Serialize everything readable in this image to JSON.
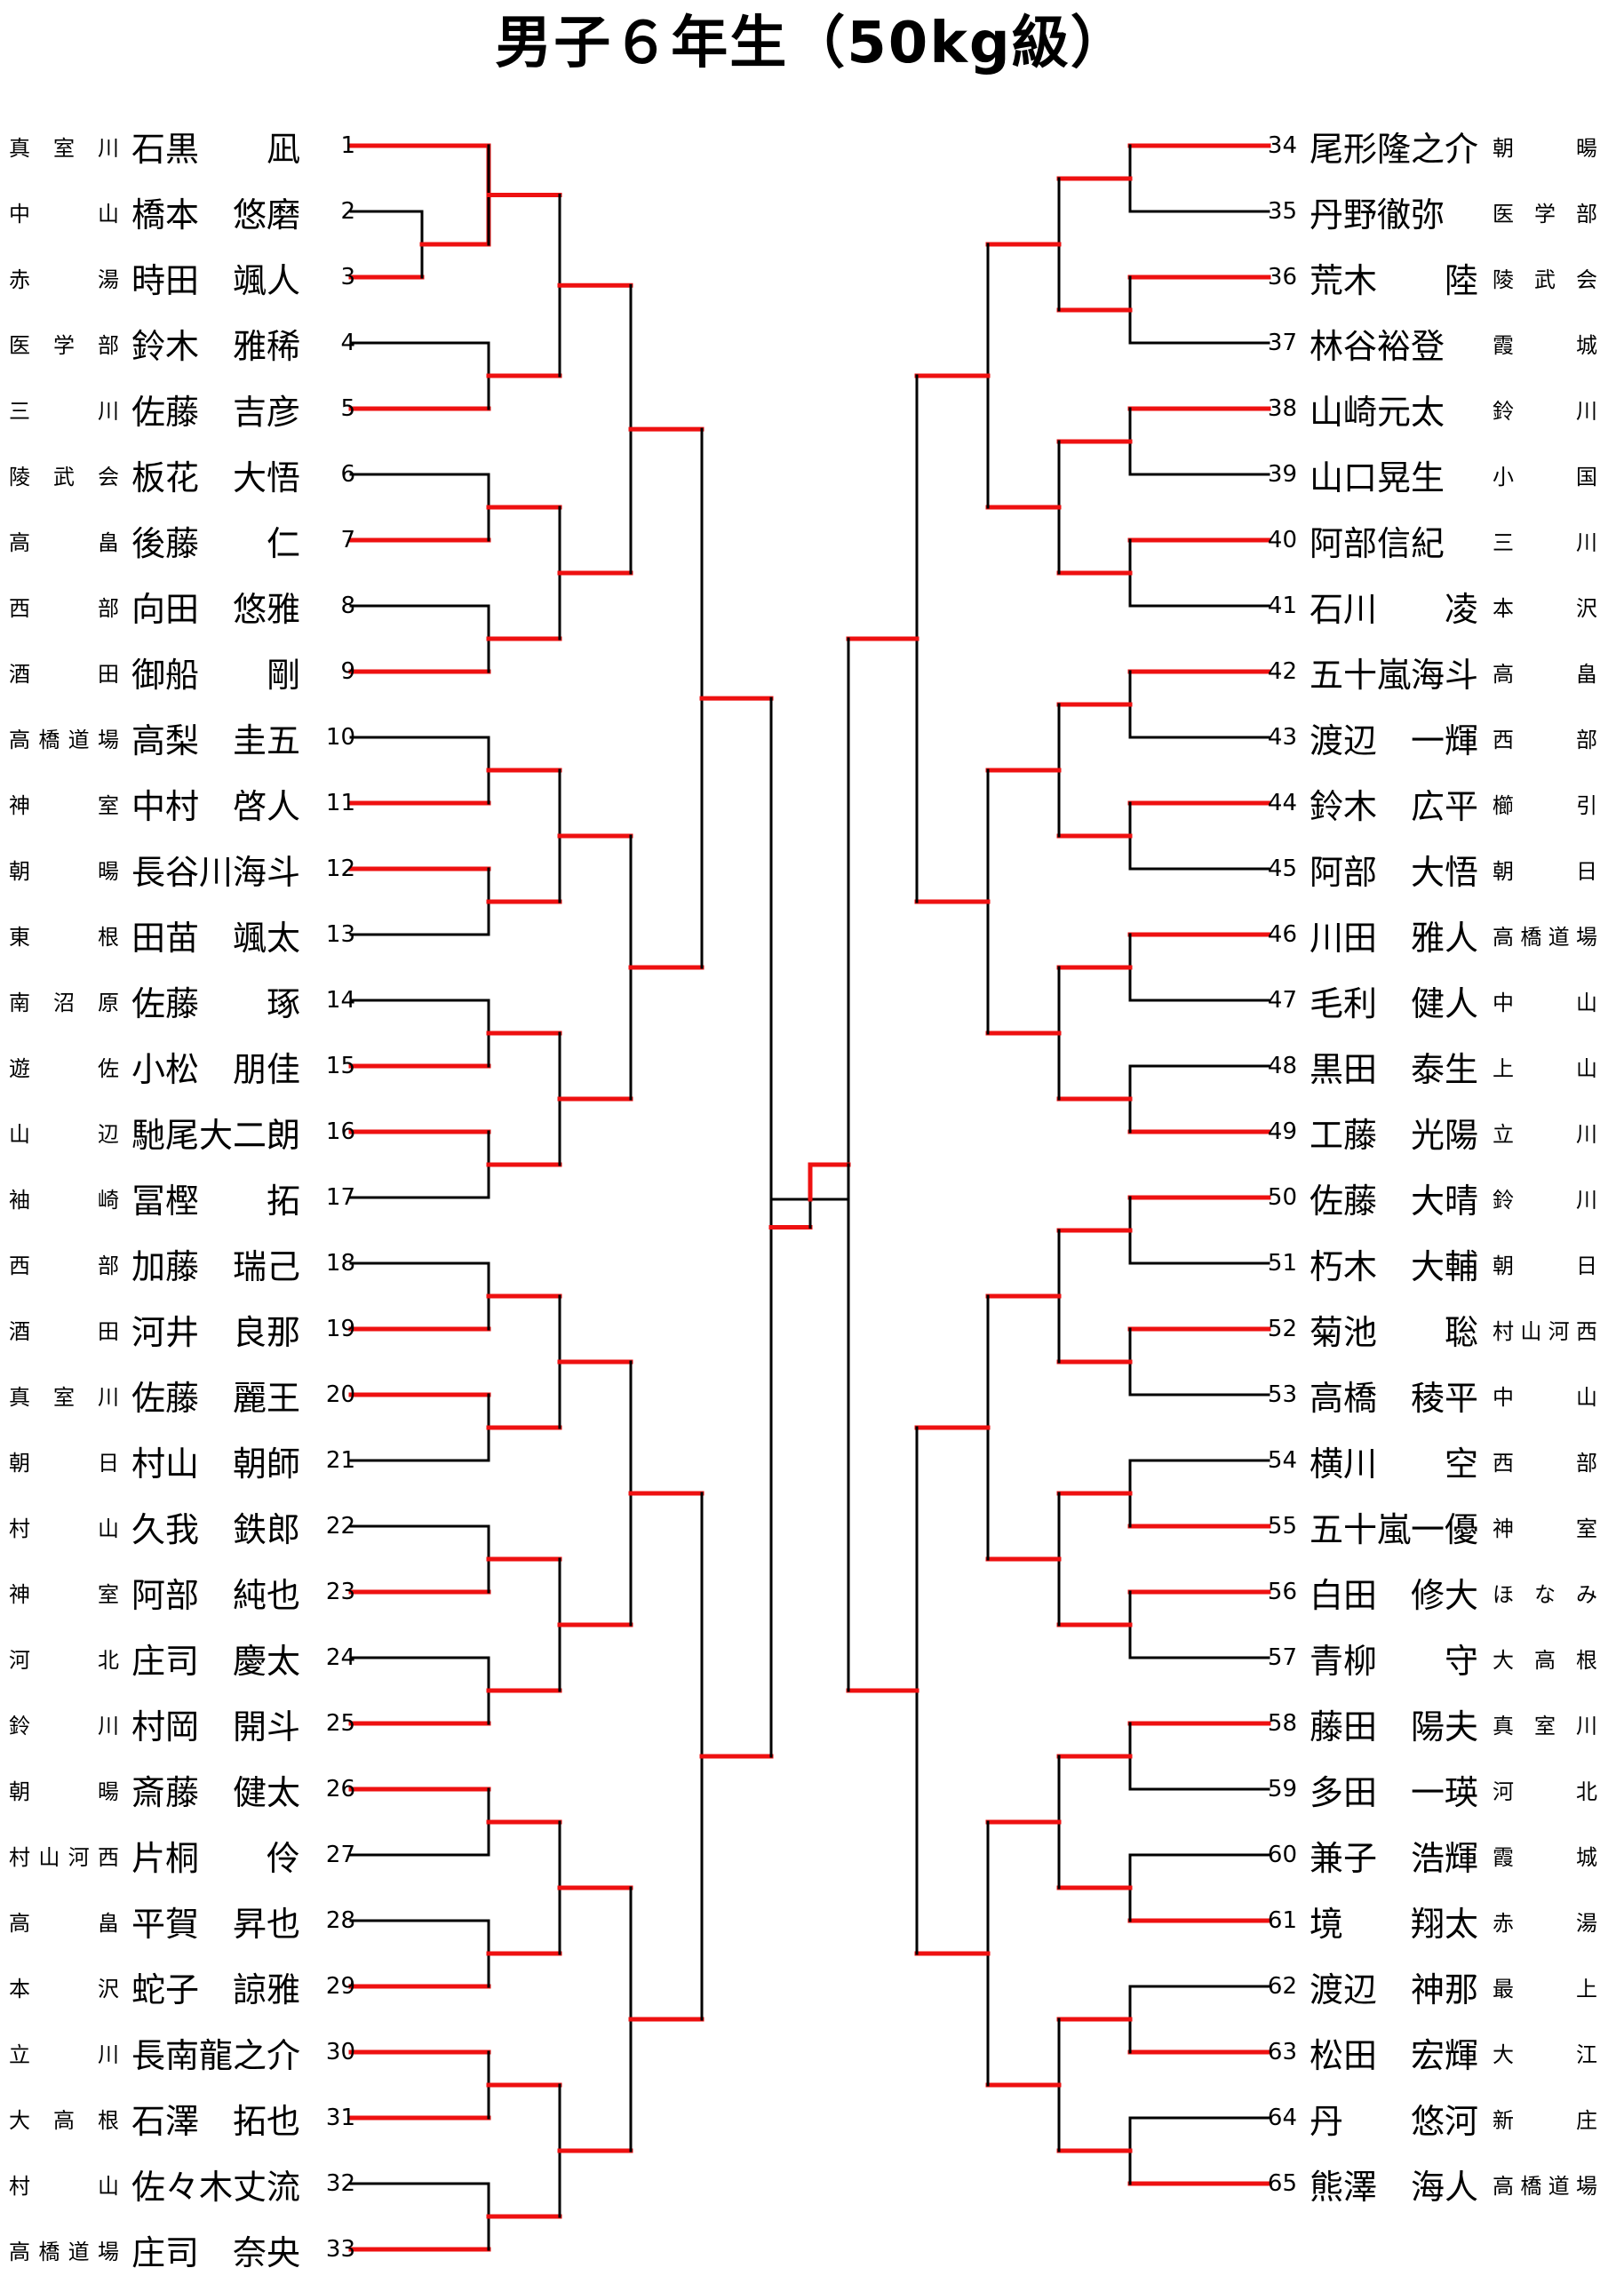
{
  "title": "男子６年生（50kg級）",
  "colors": {
    "winner_line": "#ee1111",
    "line": "#000000"
  },
  "left": [
    {
      "seed": "1",
      "name": "石黒　　凪",
      "club": "真室川"
    },
    {
      "seed": "2",
      "name": "橋本　悠磨",
      "club": "中　山"
    },
    {
      "seed": "3",
      "name": "時田　颯人",
      "club": "赤　湯"
    },
    {
      "seed": "4",
      "name": "鈴木　雅稀",
      "club": "医学部"
    },
    {
      "seed": "5",
      "name": "佐藤　吉彦",
      "club": "三　川"
    },
    {
      "seed": "6",
      "name": "板花　大悟",
      "club": "陵武会"
    },
    {
      "seed": "7",
      "name": "後藤　　仁",
      "club": "高　畠"
    },
    {
      "seed": "8",
      "name": "向田　悠雅",
      "club": "西　部"
    },
    {
      "seed": "9",
      "name": "御船　　剛",
      "club": "酒　田"
    },
    {
      "seed": "10",
      "name": "高梨　圭五",
      "club": "高橋道場"
    },
    {
      "seed": "11",
      "name": "中村　啓人",
      "club": "神　室"
    },
    {
      "seed": "12",
      "name": "長谷川海斗",
      "club": "朝　暘"
    },
    {
      "seed": "13",
      "name": "田苗　颯太",
      "club": "東　根"
    },
    {
      "seed": "14",
      "name": "佐藤　　琢",
      "club": "南沼原"
    },
    {
      "seed": "15",
      "name": "小松　朋佳",
      "club": "遊　佐"
    },
    {
      "seed": "16",
      "name": "馳尾大二朗",
      "club": "山　辺"
    },
    {
      "seed": "17",
      "name": "冨樫　　拓",
      "club": "袖　崎"
    },
    {
      "seed": "18",
      "name": "加藤　瑞己",
      "club": "西　部"
    },
    {
      "seed": "19",
      "name": "河井　良那",
      "club": "酒　田"
    },
    {
      "seed": "20",
      "name": "佐藤　麗王",
      "club": "真室川"
    },
    {
      "seed": "21",
      "name": "村山　朝師",
      "club": "朝　日"
    },
    {
      "seed": "22",
      "name": "久我　鉄郎",
      "club": "村　山"
    },
    {
      "seed": "23",
      "name": "阿部　純也",
      "club": "神　室"
    },
    {
      "seed": "24",
      "name": "庄司　慶太",
      "club": "河　北"
    },
    {
      "seed": "25",
      "name": "村岡　開斗",
      "club": "鈴　川"
    },
    {
      "seed": "26",
      "name": "斎藤　健太",
      "club": "朝　暘"
    },
    {
      "seed": "27",
      "name": "片桐　　伶",
      "club": "村山河西"
    },
    {
      "seed": "28",
      "name": "平賀　昇也",
      "club": "高　畠"
    },
    {
      "seed": "29",
      "name": "蛇子　諒雅",
      "club": "本　沢"
    },
    {
      "seed": "30",
      "name": "長南龍之介",
      "club": "立　川"
    },
    {
      "seed": "31",
      "name": "石澤　拓也",
      "club": "大高根"
    },
    {
      "seed": "32",
      "name": "佐々木丈流",
      "club": "村　山"
    },
    {
      "seed": "33",
      "name": "庄司　奈央",
      "club": "高橋道場"
    }
  ],
  "right": [
    {
      "seed": "34",
      "name": "尾形隆之介",
      "club": "朝　暘"
    },
    {
      "seed": "35",
      "name": "丹野徹弥",
      "club": "医学部"
    },
    {
      "seed": "36",
      "name": "荒木　　陸",
      "club": "陵武会"
    },
    {
      "seed": "37",
      "name": "林谷裕登",
      "club": "霞　城"
    },
    {
      "seed": "38",
      "name": "山崎元太",
      "club": "鈴　川"
    },
    {
      "seed": "39",
      "name": "山口晃生",
      "club": "小　国"
    },
    {
      "seed": "40",
      "name": "阿部信紀",
      "club": "三　川"
    },
    {
      "seed": "41",
      "name": "石川　　凌",
      "club": "本　沢"
    },
    {
      "seed": "42",
      "name": "五十嵐海斗",
      "club": "高　畠"
    },
    {
      "seed": "43",
      "name": "渡辺　一輝",
      "club": "西　部"
    },
    {
      "seed": "44",
      "name": "鈴木　広平",
      "club": "櫛　引"
    },
    {
      "seed": "45",
      "name": "阿部　大悟",
      "club": "朝　日"
    },
    {
      "seed": "46",
      "name": "川田　雅人",
      "club": "高橋道場"
    },
    {
      "seed": "47",
      "name": "毛利　健人",
      "club": "中　山"
    },
    {
      "seed": "48",
      "name": "黒田　泰生",
      "club": "上　山"
    },
    {
      "seed": "49",
      "name": "工藤　光陽",
      "club": "立　川"
    },
    {
      "seed": "50",
      "name": "佐藤　大晴",
      "club": "鈴　川"
    },
    {
      "seed": "51",
      "name": "朽木　大輔",
      "club": "朝　日"
    },
    {
      "seed": "52",
      "name": "菊池　　聡",
      "club": "村山河西"
    },
    {
      "seed": "53",
      "name": "高橋　稜平",
      "club": "中　山"
    },
    {
      "seed": "54",
      "name": "横川　　空",
      "club": "西　部"
    },
    {
      "seed": "55",
      "name": "五十嵐一優",
      "club": "神　室"
    },
    {
      "seed": "56",
      "name": "白田　修大",
      "club": "ほなみ"
    },
    {
      "seed": "57",
      "name": "青柳　　守",
      "club": "大高根"
    },
    {
      "seed": "58",
      "name": "藤田　陽夫",
      "club": "真室川"
    },
    {
      "seed": "59",
      "name": "多田　一瑛",
      "club": "河　北"
    },
    {
      "seed": "60",
      "name": "兼子　浩輝",
      "club": "霞　城"
    },
    {
      "seed": "61",
      "name": "境　　翔太",
      "club": "赤　湯"
    },
    {
      "seed": "62",
      "name": "渡辺　神那",
      "club": "最　上"
    },
    {
      "seed": "63",
      "name": "松田　宏輝",
      "club": "大　江"
    },
    {
      "seed": "64",
      "name": "丹　　悠河",
      "club": "新　庄"
    },
    {
      "seed": "65",
      "name": "熊澤　海人",
      "club": "高橋道場"
    }
  ]
}
